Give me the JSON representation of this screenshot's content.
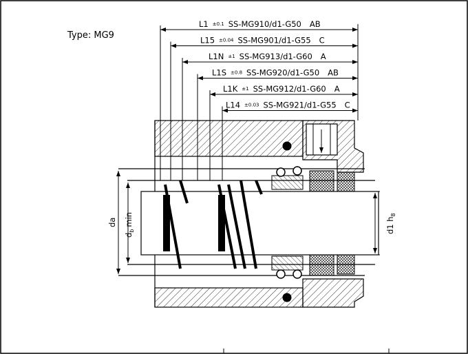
{
  "type_label": "Type: MG9",
  "dimensions": [
    {
      "label": "L1",
      "tolerance": "±0.1",
      "spec": "SS-MG910/d1-G50",
      "grade": "AB"
    },
    {
      "label": "L15",
      "tolerance": "±0.04",
      "spec": "SS-MG901/d1-G55",
      "grade": "C"
    },
    {
      "label": "L1N",
      "tolerance": "±1",
      "spec": "SS-MG913/d1-G60",
      "grade": "A"
    },
    {
      "label": "L1S",
      "tolerance": "±0.8",
      "spec": "SS-MG920/d1-G50",
      "grade": "AB"
    },
    {
      "label": "L1K",
      "tolerance": "±1",
      "spec": "SS-MG912/d1-G60",
      "grade": "A"
    },
    {
      "label": "L14",
      "tolerance": "±0.03",
      "spec": "SS-MG921/d1-G55",
      "grade": "C"
    }
  ],
  "diameter_labels": {
    "da": "da",
    "db_main": "d",
    "db_sub": "b",
    "db_suffix": "min",
    "d1_main": "d1 h",
    "d1_sub": "8"
  }
}
